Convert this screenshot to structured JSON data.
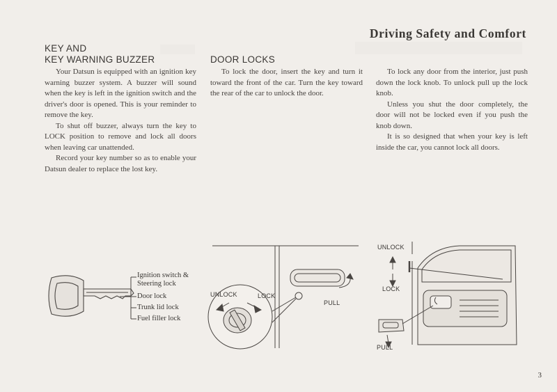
{
  "header": {
    "title": "Driving Safety and Comfort"
  },
  "key_section": {
    "heading_line1": "KEY AND",
    "heading_line2": "KEY WARNING BUZZER",
    "paragraphs": [
      "Your Datsun is equipped with an ignition key warning buzzer system. A buzzer will sound when the key is left in the ignition switch and the driver's door is opened. This is your reminder to remove the key.",
      "To shut off buzzer, always turn the key to LOCK position to remove and lock all doors when leaving car unattended.",
      "Record your key number so as to enable your Datsun dealer to replace the lost key."
    ]
  },
  "door_locks_section": {
    "heading": "DOOR LOCKS",
    "paragraphs": [
      "To lock the door, insert the key and turn it toward the front of the car. Turn the key toward the rear of the car to unlock the door."
    ]
  },
  "interior_section": {
    "paragraphs": [
      "To lock any door from the interior, just push down the lock knob. To unlock pull up the lock knob.",
      "Unless you shut the door completely, the door will not be locked even if you push the knob down.",
      "It is so designed that when your key is left inside the car, you cannot lock all doors."
    ]
  },
  "key_figure": {
    "labels": [
      "Ignition switch &",
      "Steering lock",
      "Door lock",
      "Trunk lid lock",
      "Fuel filler lock"
    ]
  },
  "door_lock_figure": {
    "unlock_label": "UNLOCK",
    "lock_label": "LOCK",
    "pull_label": "PULL"
  },
  "interior_figure": {
    "unlock_label": "UNLOCK",
    "lock_label": "LOCK",
    "pull_label": "PULL"
  },
  "footer": {
    "page_number": "3"
  }
}
